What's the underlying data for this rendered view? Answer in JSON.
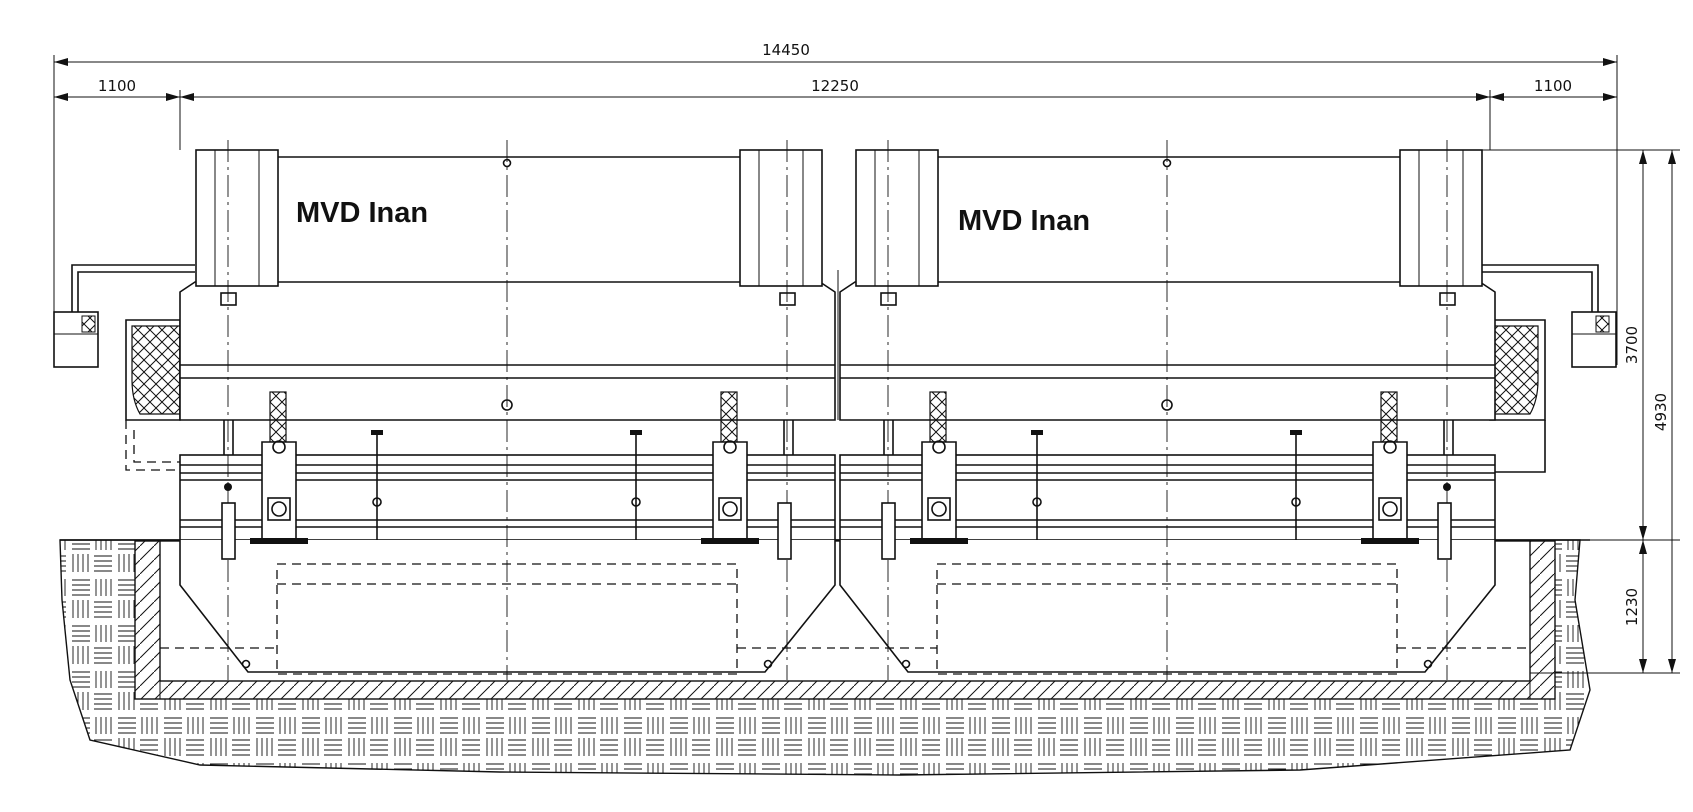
{
  "dimensions": {
    "overall_width": "14450",
    "side_left": "1100",
    "main_width": "12250",
    "side_right": "1100",
    "height_above_floor": "3700",
    "total_height": "4930",
    "pit_depth": "1230"
  },
  "labels": {
    "left_machine_brand": "MVD Inan",
    "right_machine_brand": "MVD Inan"
  },
  "colors": {
    "line": "#111111",
    "background": "#ffffff"
  },
  "icons": [
    "control-panel-icon",
    "safety-guard-hatch-icon",
    "back-gauge-icon",
    "ground-hatch-pattern"
  ]
}
